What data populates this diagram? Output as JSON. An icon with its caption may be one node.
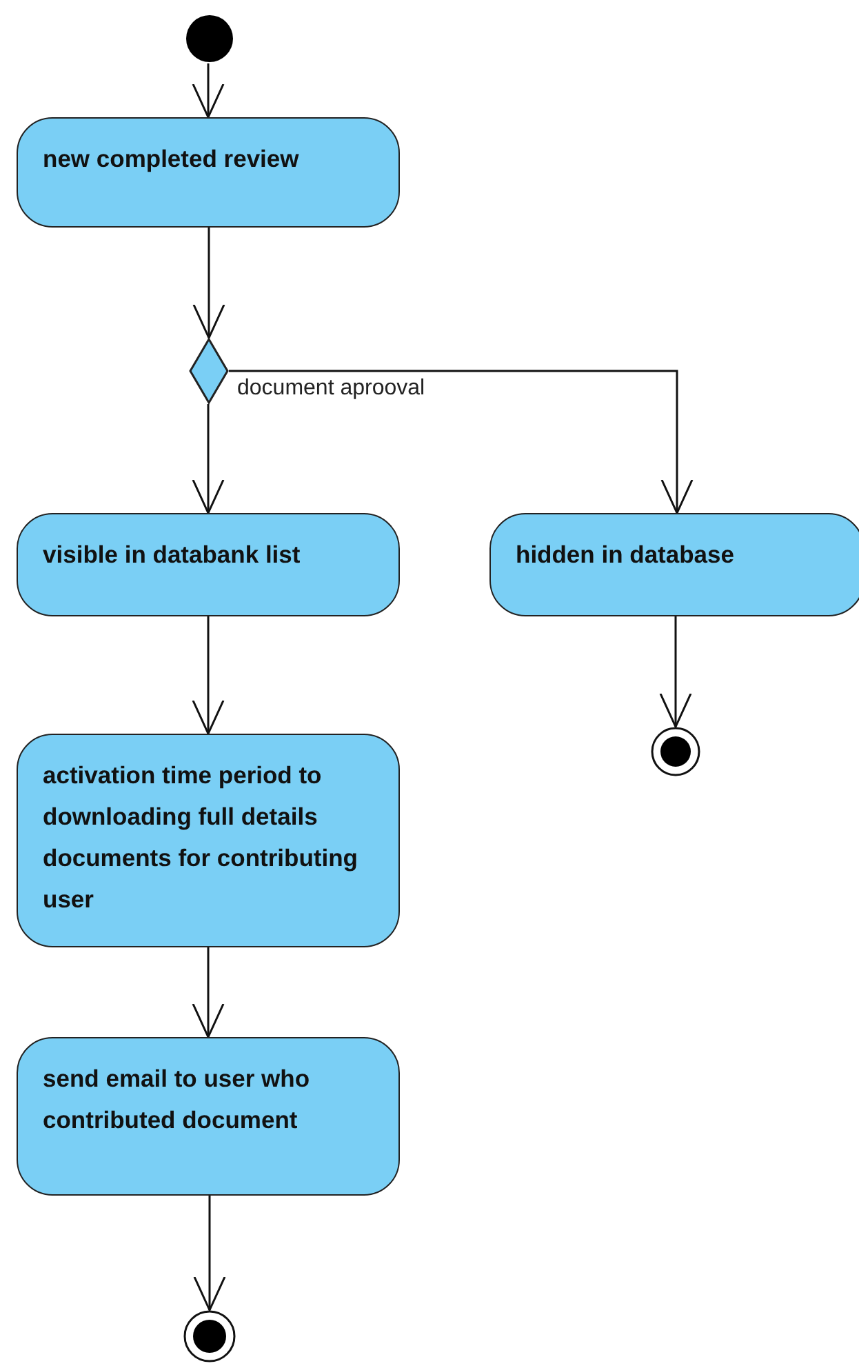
{
  "diagram": {
    "nodes": [
      {
        "text": [],
        "shape": "circle"
      },
      {
        "text": [
          "new completed review"
        ]
      },
      {
        "text": [],
        "shape": "diamond"
      },
      {
        "text": [
          "visible in databank list"
        ]
      },
      {
        "text": [
          "hidden in database"
        ]
      },
      {
        "text": [],
        "shape": "circle"
      },
      {
        "text": [
          "activation time period to downloading full details documents for contributing user"
        ]
      },
      {
        "text": [
          "send email to user who contributed document"
        ]
      },
      {
        "text": [],
        "shape": "circle"
      }
    ],
    "edges": [
      {
        "from": 0,
        "to": 1,
        "arrow": "to"
      },
      {
        "from": 1,
        "to": 2,
        "arrow": "to"
      },
      {
        "from": 2,
        "to": 3,
        "arrow": "to"
      },
      {
        "from": 2,
        "to": 4,
        "arrow": "to",
        "label": "document aprooval"
      },
      {
        "from": 4,
        "to": 5,
        "arrow": "to"
      },
      {
        "from": 3,
        "to": 6,
        "arrow": "to"
      },
      {
        "from": 6,
        "to": 7,
        "arrow": "to"
      },
      {
        "from": 7,
        "to": 8,
        "arrow": "to"
      }
    ]
  }
}
